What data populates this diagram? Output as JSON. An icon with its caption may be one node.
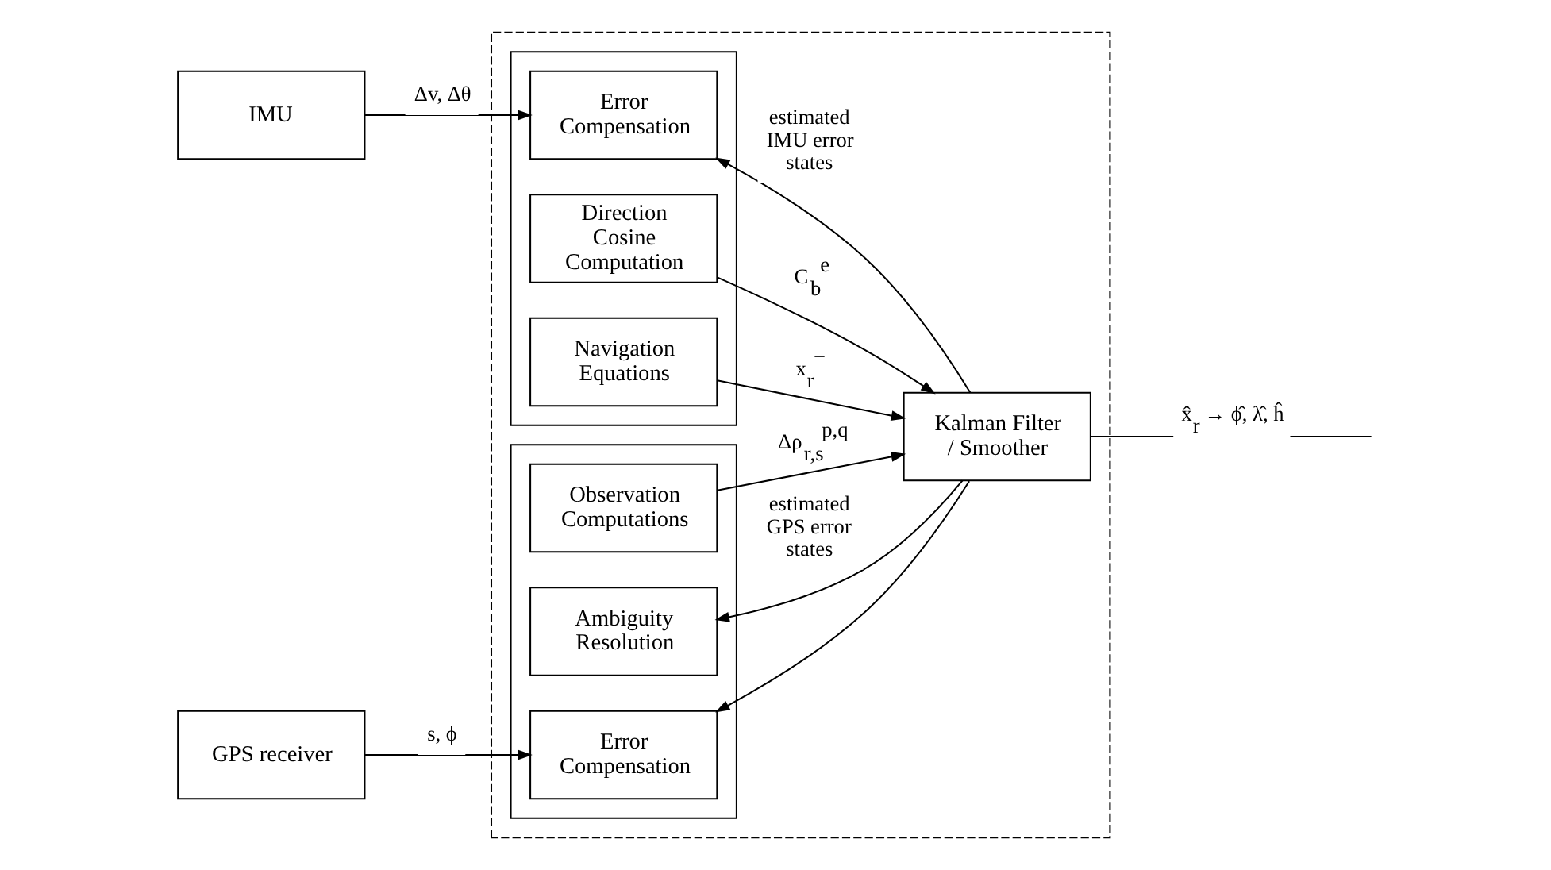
{
  "diagram": {
    "nodes": [
      {
        "text": [],
        "shape": "box"
      },
      {
        "text": [
          "IMU"
        ]
      },
      {
        "text": [
          "GPS receiver"
        ]
      },
      {
        "text": [],
        "shape": "box",
        "in": 0
      },
      {
        "text": [
          "Error Compensation"
        ],
        "in": 3
      },
      {
        "text": [
          "Direction Cosine Computation"
        ],
        "in": 3
      },
      {
        "text": [
          "Navigation Equations"
        ],
        "in": 3
      },
      {
        "text": [],
        "shape": "box",
        "in": 0
      },
      {
        "text": [
          "Observation Computations"
        ],
        "in": 7
      },
      {
        "text": [
          "Ambiguity Resolution"
        ],
        "in": 7
      },
      {
        "text": [
          "Error Compensation"
        ],
        "in": 7
      },
      {
        "text": [
          "Kalman Filter / Smoother"
        ],
        "in": 0
      }
    ],
    "edges": [
      {
        "from": 1,
        "to": 4,
        "arrow": "to",
        "label": "Δv, Δθ"
      },
      {
        "from": 11,
        "to": 4,
        "arrow": "to",
        "label": "estimated IMU error states"
      },
      {
        "from": 5,
        "to": 11,
        "arrow": "to",
        "label": "C$_{b}$$^{e}$"
      },
      {
        "from": 6,
        "to": 11,
        "arrow": "to",
        "label": "x$_{r}$$^{−}$"
      },
      {
        "from": 8,
        "to": 11,
        "arrow": "to",
        "label": "Δρ$_{r,s}$$^{p,q}$"
      },
      {
        "from": 11,
        "to": 9,
        "arrow": "to",
        "label": "estimated GPS error states"
      },
      {
        "from": 11,
        "to": 10,
        "arrow": "to"
      },
      {
        "from": 2,
        "to": 10,
        "arrow": "to",
        "label": "s, ϕ"
      },
      {
        "from": 11,
        "to": null,
        "arrow": "none",
        "label": "x̂$_{r}$ → ϕ̂, λ̂, ĥ"
      }
    ]
  }
}
